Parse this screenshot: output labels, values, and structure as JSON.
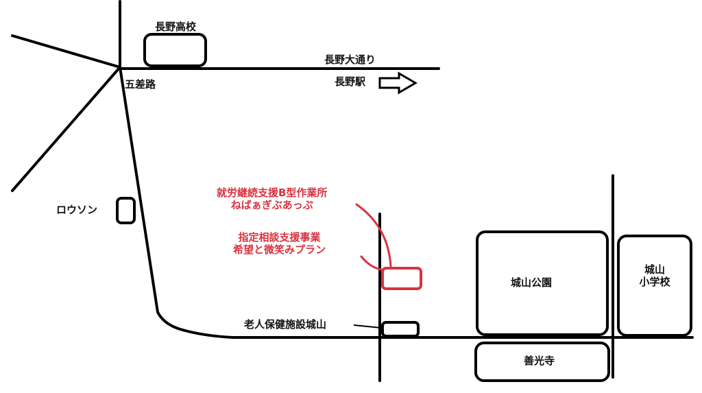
{
  "colors": {
    "road": "#000000",
    "highlight": "#d9333f",
    "background": "#ffffff"
  },
  "labels": {
    "nagano_high_school": "長野高校",
    "nagano_oodori": "長野大通り",
    "gosaro": "五差路",
    "nagano_station": "長野駅",
    "lawson": "ロウソン",
    "facility_line1": "就労継続支援B型作業所",
    "facility_line2": "ねばぁぎぶあっぷ",
    "consult_line1": "指定相談支援事業",
    "consult_line2": "希望と微笑みプラン",
    "elderly_facility": "老人保健施設城山",
    "joyama_park": "城山公園",
    "joyama_school_line1": "城山",
    "joyama_school_line2": "小学校",
    "zenkoji": "善光寺"
  },
  "icons": {
    "station_arrow": "right-arrow-icon"
  }
}
